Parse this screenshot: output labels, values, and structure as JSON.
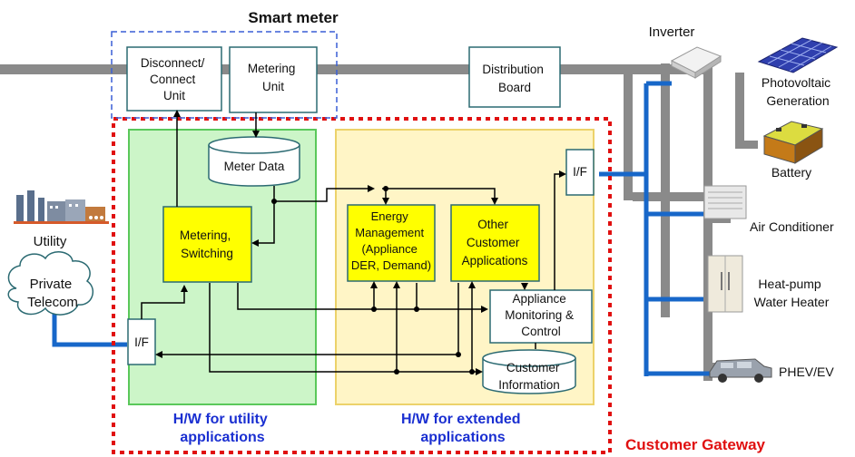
{
  "smart_meter": {
    "title": "Smart meter"
  },
  "blocks": {
    "disconnect": [
      "Disconnect/",
      "Connect",
      "Unit"
    ],
    "metering_unit": [
      "Metering",
      "Unit"
    ],
    "distribution": [
      "Distribution",
      "Board"
    ],
    "meter_data": "Meter Data",
    "metering_switching": [
      "Metering,",
      "Switching"
    ],
    "energy_mgmt": [
      "Energy",
      "Management",
      "(Appliance",
      "DER, Demand)"
    ],
    "other_apps": [
      "Other",
      "Customer",
      "Applications"
    ],
    "appliance_monitoring": [
      "Appliance",
      "Monitoring &",
      "Control"
    ],
    "customer_info": [
      "Customer",
      "Information"
    ],
    "if_left": "I/F",
    "if_right": "I/F"
  },
  "external": {
    "utility": "Utility",
    "telecom": [
      "Private",
      "Telecom"
    ],
    "inverter": "Inverter",
    "pv": [
      "Photovoltaic",
      "Generation"
    ],
    "battery": "Battery",
    "ac": "Air Conditioner",
    "heatpump": [
      "Heat-pump",
      "Water Heater"
    ],
    "phev": "PHEV/EV"
  },
  "regions": {
    "utility_apps": [
      "H/W for utility",
      "applications"
    ],
    "extended_apps": [
      "H/W for extended",
      "applications"
    ],
    "gateway": "Customer Gateway"
  },
  "colors": {
    "green_region": "#ccf5c8",
    "yellow_region": "#fff5c6",
    "yellow_block": "#ffff00",
    "teal_border": "#2b6a72",
    "blue_line": "#1767c9",
    "gray_line": "#8a8a8a",
    "red_dotted": "#e01010",
    "blue_dashed": "#3a5fd6"
  }
}
